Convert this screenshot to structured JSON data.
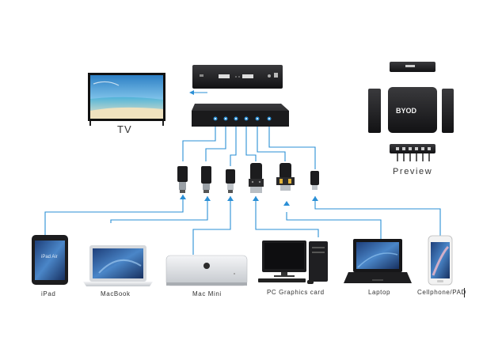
{
  "labels": {
    "tv": "TV",
    "preview": "Preview",
    "ipad": "iPad",
    "macbook": "MacBook",
    "mac_mini": "Mac Mini",
    "pc": "PC Graphics card",
    "laptop": "Laptop",
    "cellphone": "Cellphone/PAD"
  },
  "box_brand": "BYOD",
  "ipad_screen_text": "iPad Air",
  "colors": {
    "link": "#2a8fd6",
    "device_dark": "#1c1c1e",
    "device_silver": "#cfd3d8",
    "screen_blue": "#3b6fb6"
  },
  "icons": [
    "hdmi-plug-icon",
    "usb-c-plug-icon",
    "lightning-plug-icon",
    "vga-plug-icon",
    "dvi-plug-icon",
    "micro-usb-plug-icon",
    "arrow-up-icon"
  ]
}
